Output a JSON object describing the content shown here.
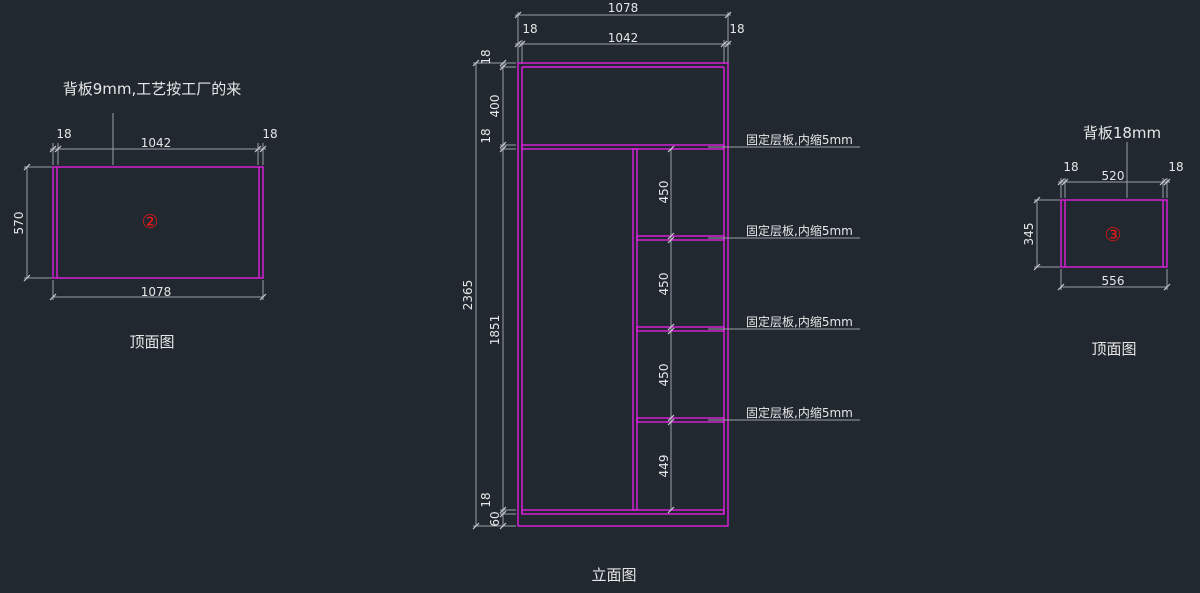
{
  "left_view": {
    "note": "背板9mm,工艺按工厂的来",
    "dim_left_edge": "18",
    "dim_inner_width": "1042",
    "dim_right_edge": "18",
    "dim_depth": "570",
    "dim_total_width": "1078",
    "tag": "②",
    "caption": "顶面图"
  },
  "front_view": {
    "dim_total_width": "1078",
    "dim_left_side": "18",
    "dim_inner_width": "1042",
    "dim_right_side": "18",
    "dim_top_panel": "18",
    "dim_top_space": "400",
    "dim_mid_panel": "18",
    "dim_total_height": "2365",
    "dim_body_height": "1851",
    "dim_bottom_panel": "18",
    "dim_plinth": "60",
    "shelf_gap_1": "450",
    "shelf_gap_2": "450",
    "shelf_gap_3": "450",
    "shelf_gap_4": "449",
    "shelf_notes": [
      "固定层板,内缩5mm",
      "固定层板,内缩5mm",
      "固定层板,内缩5mm",
      "固定层板,内缩5mm"
    ],
    "caption": "立面图"
  },
  "right_view": {
    "note": "背板18mm",
    "dim_left_edge": "18",
    "dim_inner_width": "520",
    "dim_right_edge": "18",
    "dim_depth": "345",
    "dim_total_width": "556",
    "tag": "③",
    "caption": "顶面图"
  },
  "colors": {
    "background": "#212830",
    "panel_outline": "#e020e0",
    "dimension_line": "#9aa0a6",
    "text": "#e6e6e6",
    "tag": "#e81818"
  }
}
